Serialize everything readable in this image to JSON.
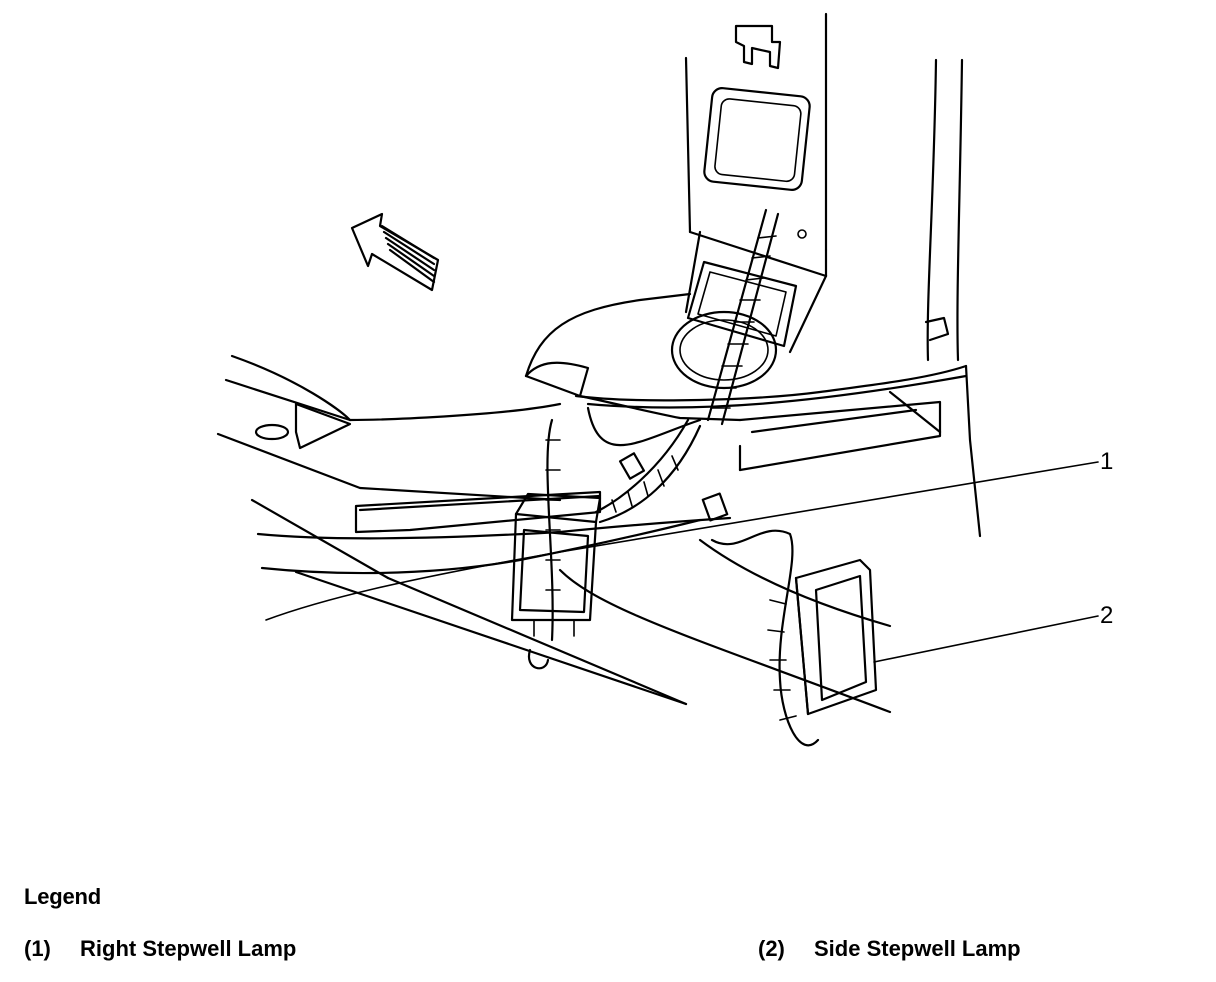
{
  "diagram": {
    "callouts": [
      {
        "id": "1",
        "label": "1"
      },
      {
        "id": "2",
        "label": "2"
      }
    ]
  },
  "legend": {
    "title": "Legend",
    "items": [
      {
        "number": "(1)",
        "label": "Right Stepwell Lamp"
      },
      {
        "number": "(2)",
        "label": "Side Stepwell Lamp"
      }
    ]
  }
}
